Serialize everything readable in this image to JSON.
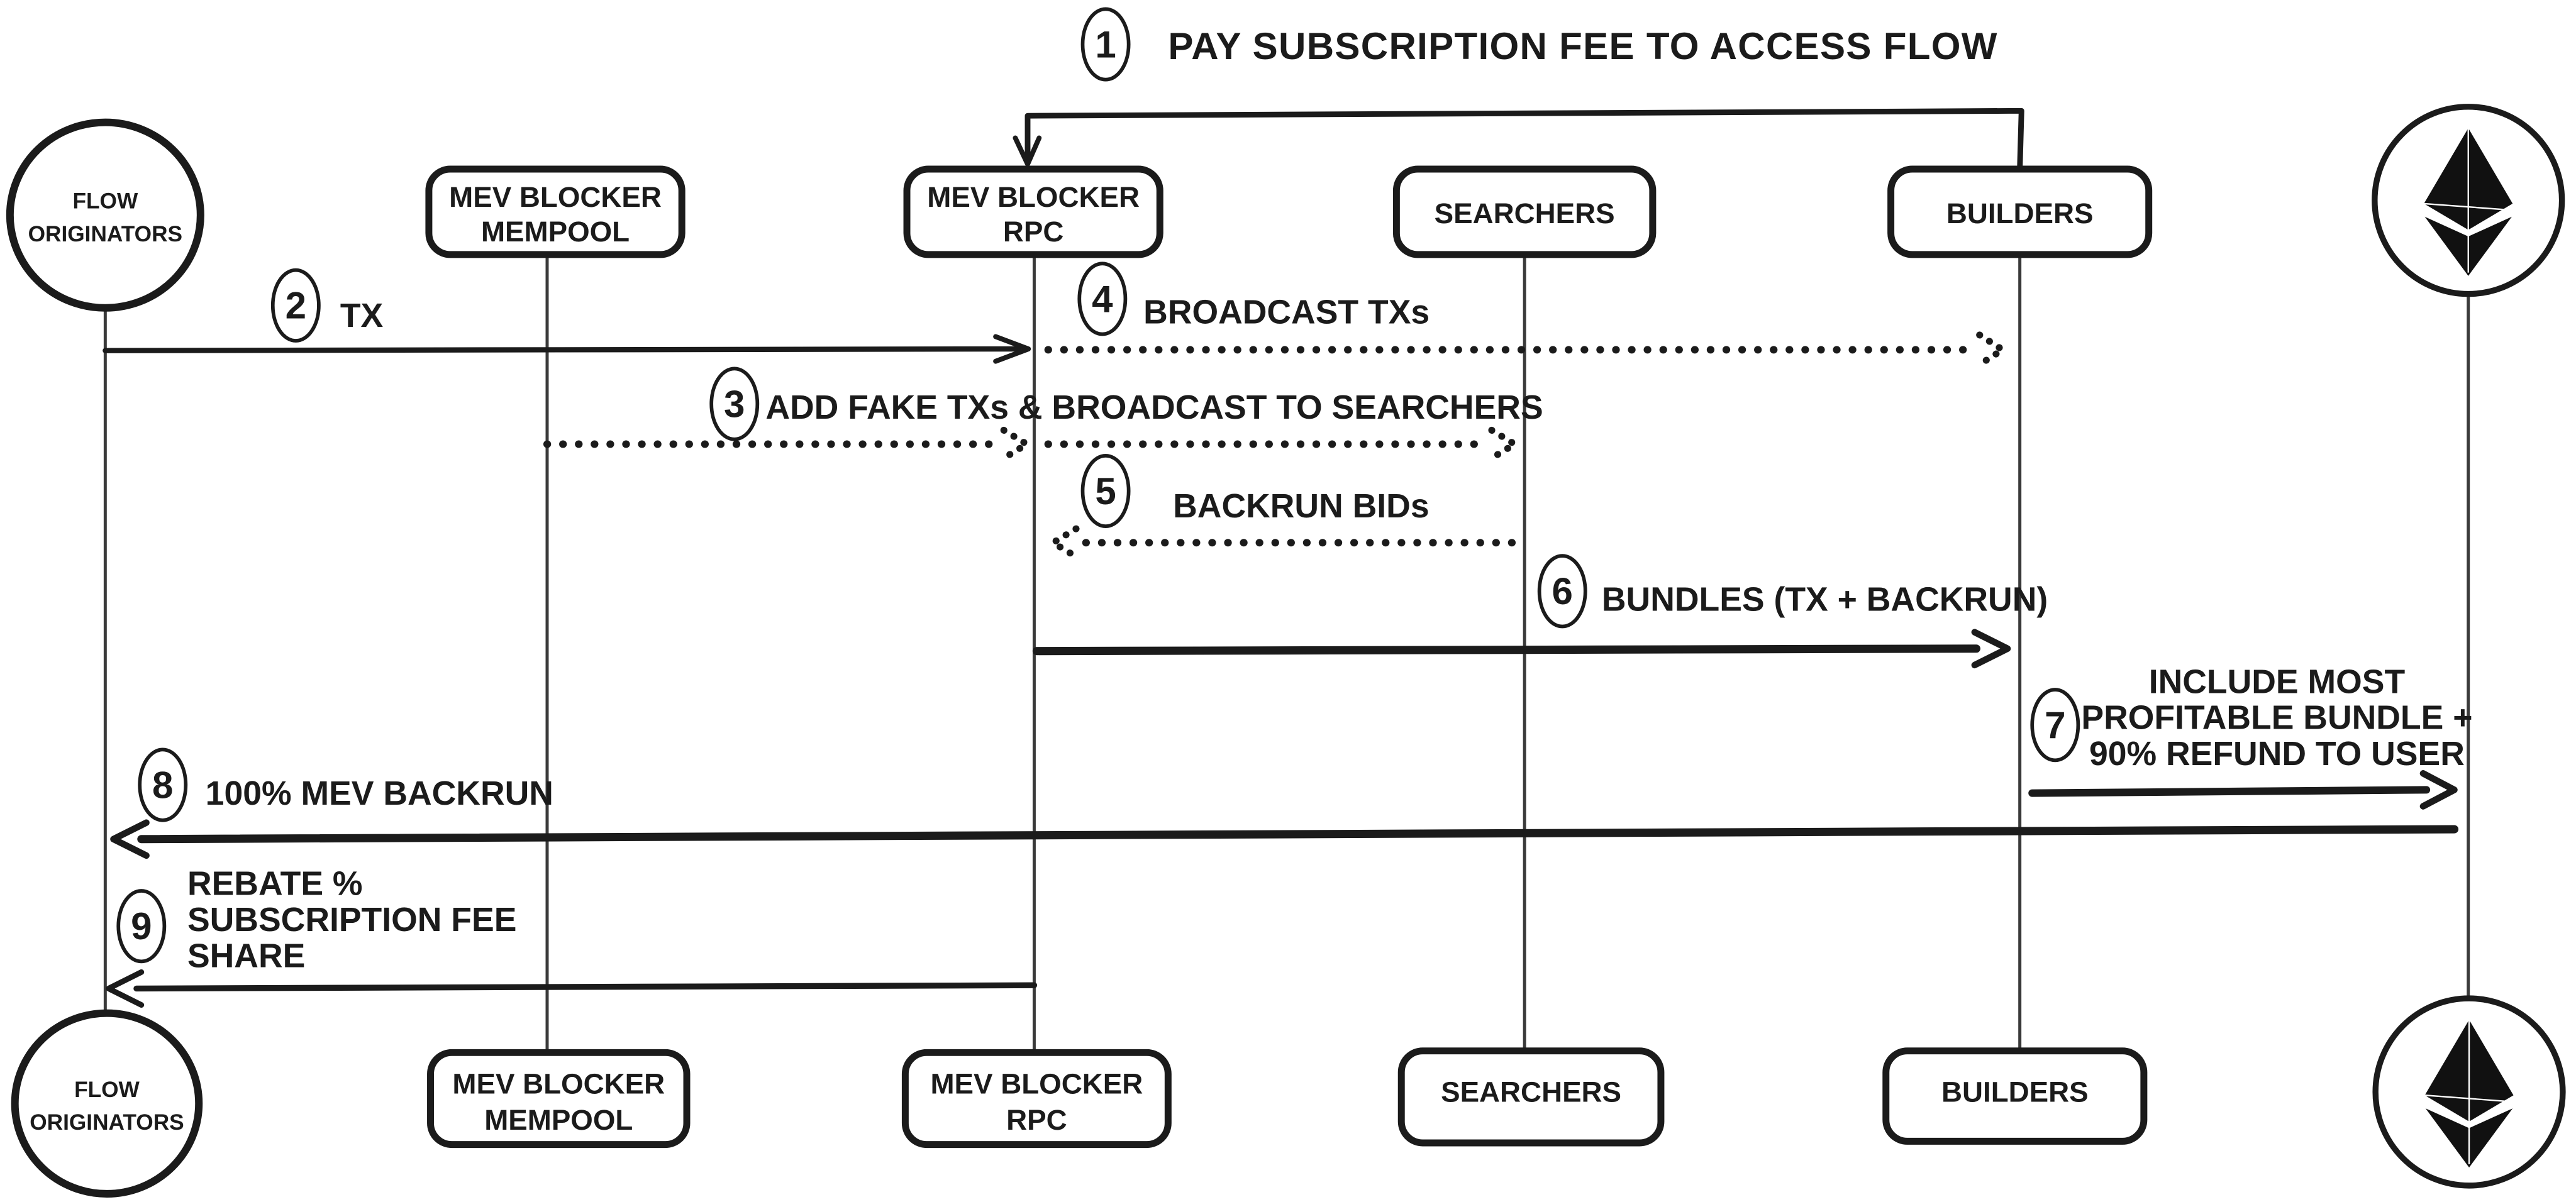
{
  "diagram": {
    "background_color": "#ffffff",
    "ink_color": "#1b1b1b",
    "steps": {
      "s1": {
        "num": "1",
        "label": "PAY SUBSCRIPTION FEE TO ACCESS FLOW"
      },
      "s2": {
        "num": "2",
        "label": "TX"
      },
      "s3": {
        "num": "3",
        "label": "ADD FAKE TXs & BROADCAST TO SEARCHERS"
      },
      "s4": {
        "num": "4",
        "label": "BROADCAST  TXs"
      },
      "s5": {
        "num": "5",
        "label": "BACKRUN BIDs"
      },
      "s6": {
        "num": "6",
        "label": "BUNDLES (TX + BACKRUN)"
      },
      "s7": {
        "num": "7",
        "line1": "INCLUDE MOST",
        "line2": "PROFITABLE BUNDLE +",
        "line3": "90% REFUND TO USER"
      },
      "s8": {
        "num": "8",
        "label": "100% MEV BACKRUN"
      },
      "s9": {
        "num": "9",
        "line1": "REBATE %",
        "line2": "SUBSCRIPTION FEE",
        "line3": "SHARE"
      }
    },
    "actors": {
      "flow_originators": {
        "line1": "FLOW",
        "line2": "ORIGINATORS"
      },
      "mev_blocker_mempool": {
        "line1": "MEV BLOCKER",
        "line2": "MEMPOOL"
      },
      "mev_blocker_rpc": {
        "line1": "MEV BLOCKER",
        "line2": "RPC"
      },
      "searchers": {
        "label": "SEARCHERS"
      },
      "builders": {
        "label": "BUILDERS"
      },
      "ethereum": {
        "icon": "ethereum-logo"
      }
    }
  }
}
